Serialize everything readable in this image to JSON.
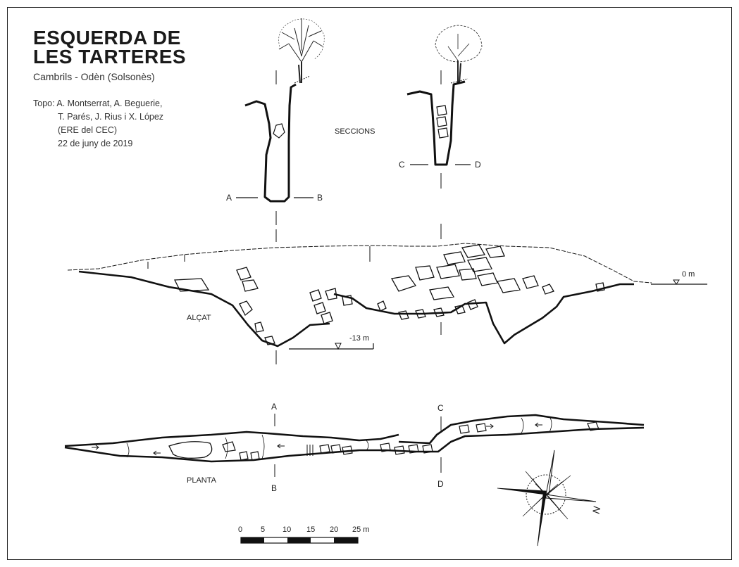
{
  "title_line1": "ESQUERDA DE",
  "title_line2": "LES TARTERES",
  "subtitle": "Cambrils - Odèn (Solsonès)",
  "credits": {
    "line1": "Topo: A. Montserrat, A. Beguerie,",
    "line2": "T. Parés, J. Rius i X. López",
    "line3": "(ERE del CEC)",
    "line4": "22 de juny de 2019"
  },
  "labels": {
    "seccions": "SECCIONS",
    "alcat": "ALÇAT",
    "planta": "PLANTA"
  },
  "section_letters": {
    "a": "A",
    "b": "B",
    "c": "C",
    "d": "D"
  },
  "levels": {
    "zero": "0 m",
    "bottom": "-13 m"
  },
  "scale": {
    "ticks": [
      "0",
      "5",
      "10",
      "15",
      "20",
      "25 m"
    ]
  },
  "compass_north": "N",
  "colors": {
    "ink": "#1a1a1a",
    "background": "#ffffff"
  }
}
